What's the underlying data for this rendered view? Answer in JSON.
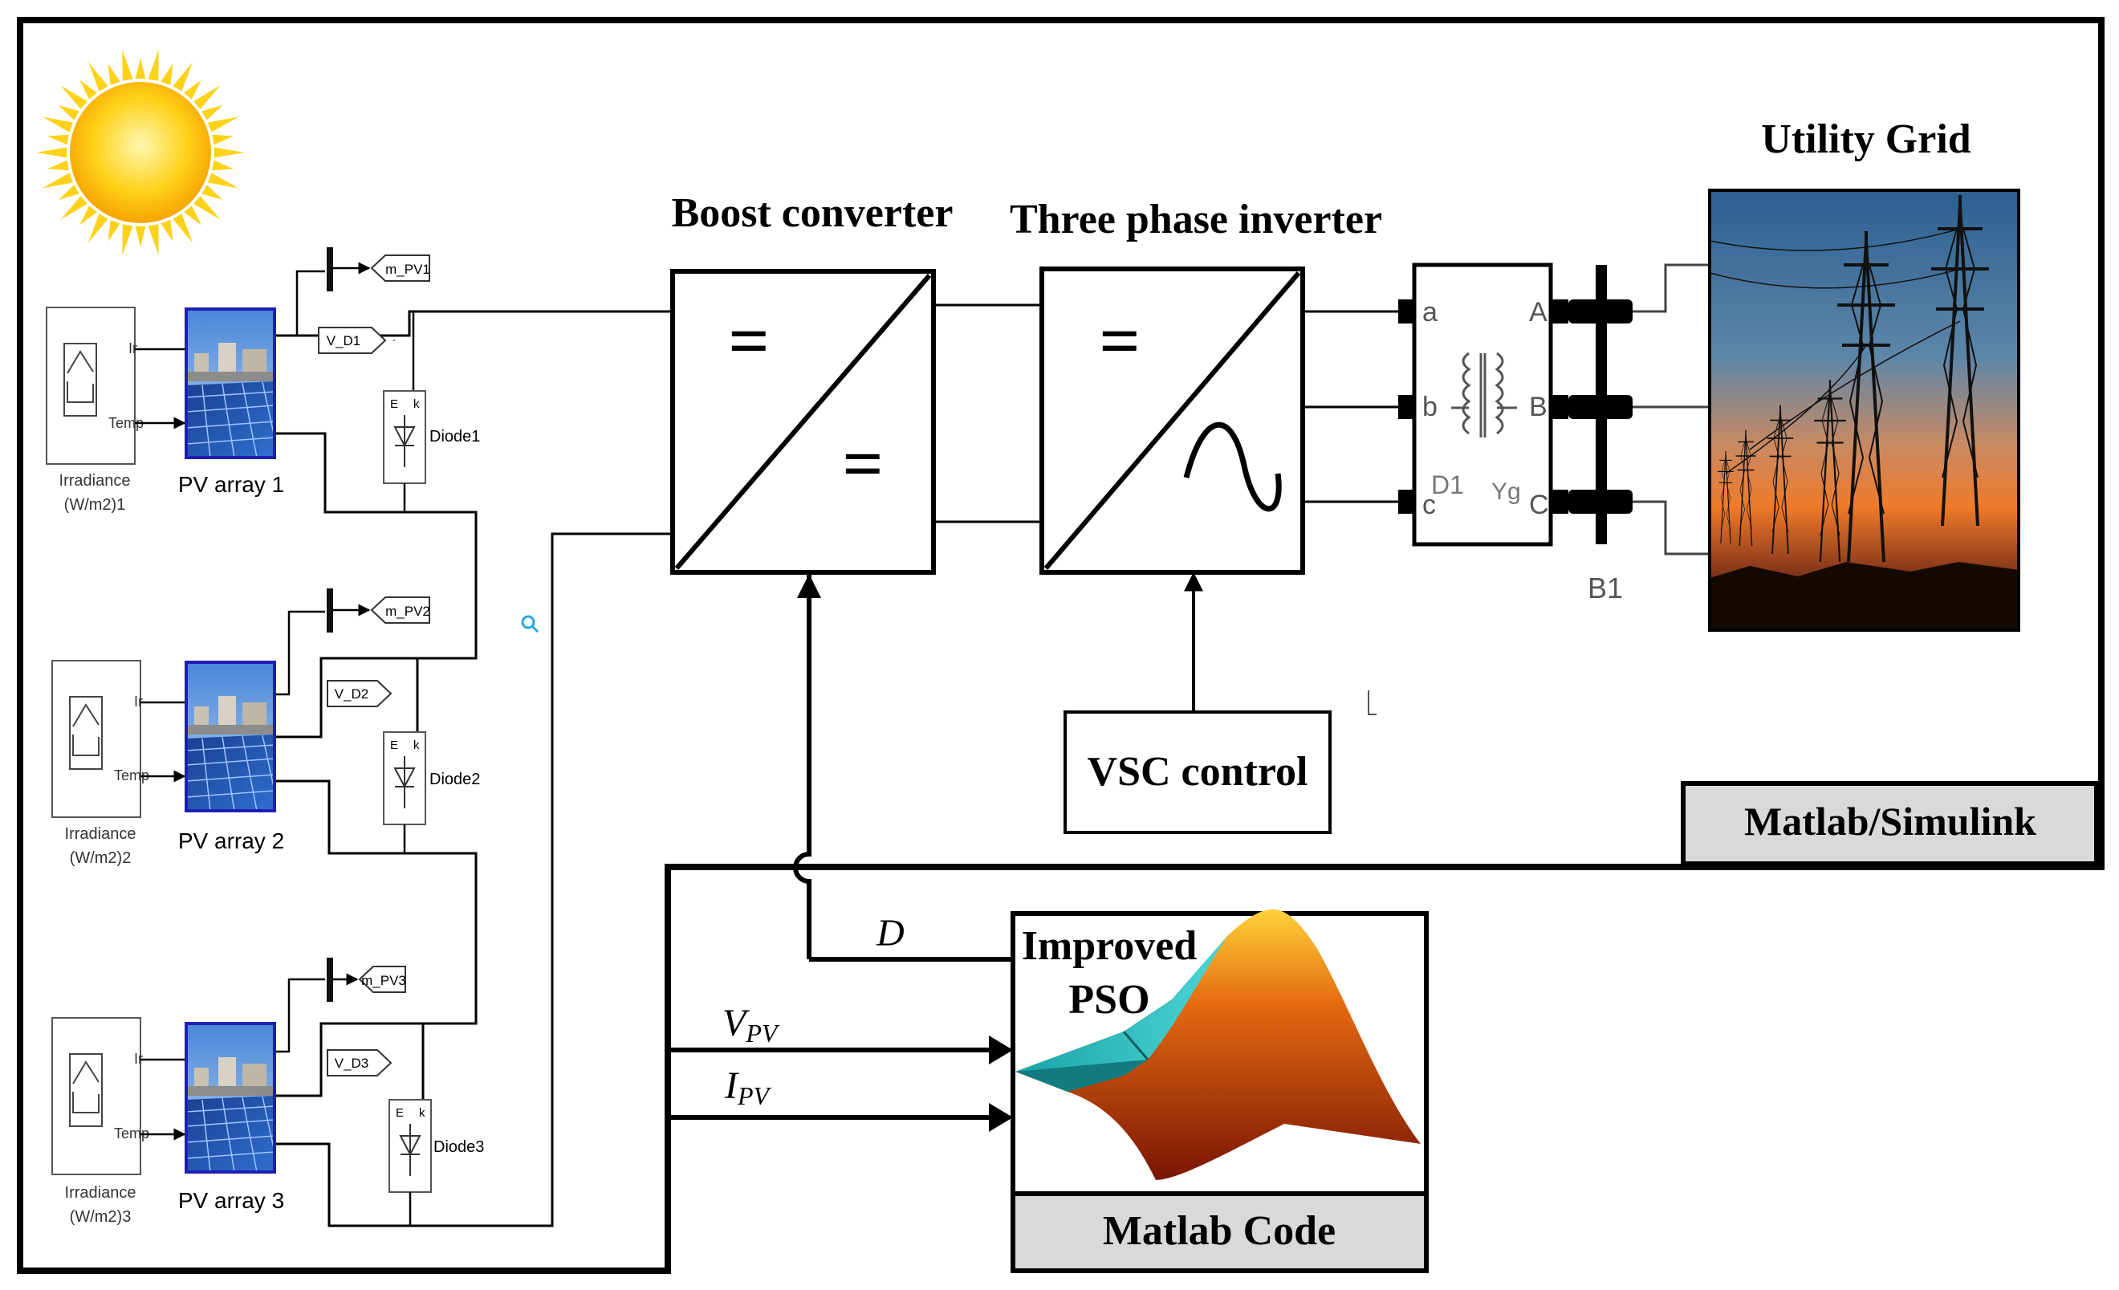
{
  "blocks": {
    "boost_converter": "Boost converter",
    "three_phase_inverter": "Three phase inverter",
    "utility_grid": "Utility Grid",
    "vsc_control": "VSC control",
    "matlab_simulink": "Matlab/Simulink",
    "improved_pso_line1": "Improved",
    "improved_pso_line2": "PSO",
    "matlab_code": "Matlab Code",
    "boost_symbol_top": "=",
    "boost_symbol_bottom": "=",
    "inverter_symbol_top": "="
  },
  "signals": {
    "duty": "D",
    "vpv_main": "V",
    "vpv_sub": "PV",
    "ipv_main": "I",
    "ipv_sub": "PV"
  },
  "pv_strings": [
    {
      "irr_label_1": "Irradiance",
      "irr_label_2": "(W/m2)1",
      "port_ir": "Ir",
      "port_temp": "Temp",
      "array_label": "PV array 1",
      "measure_tag": "m_PV1",
      "voltage_tag": "V_D1",
      "diode_label": "Diode1"
    },
    {
      "irr_label_1": "Irradiance",
      "irr_label_2": "(W/m2)2",
      "port_ir": "Ir",
      "port_temp": "Temp",
      "array_label": "PV array 2",
      "measure_tag": "m_PV2",
      "voltage_tag": "V_D2",
      "diode_label": "Diode2"
    },
    {
      "irr_label_1": "Irradiance",
      "irr_label_2": "(W/m2)3",
      "port_ir": "Ir",
      "port_temp": "Temp",
      "array_label": "PV array 3",
      "measure_tag": "m_PV3",
      "voltage_tag": "V_D3",
      "diode_label": "Diode3"
    }
  ],
  "transformer": {
    "port_a": "a",
    "port_b": "b",
    "port_c": "c",
    "port_A": "A",
    "port_B": "B",
    "port_C": "C",
    "winding_1": "D1",
    "winding_2": "Yg"
  },
  "bus": {
    "label": "B1"
  },
  "diode_ports": {
    "e": "E",
    "k": "k"
  },
  "colors": {
    "line": "#000000",
    "label_bg": "#d9d9d9",
    "pv_border": "#1f1fb4",
    "sun": "#ffd21a",
    "search_icon": "#27a6e6"
  }
}
